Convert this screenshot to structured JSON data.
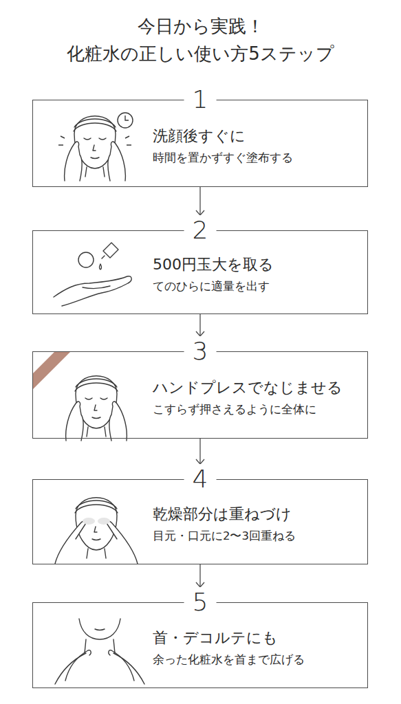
{
  "diagram": {
    "title": "今日から実践！ 化粧水の正しい使い方5ステップ",
    "nodes": [
      {
        "text": [
          "1",
          "洗顔後すぐに",
          "時間を置かずすぐ塗布する"
        ]
      },
      {
        "text": [
          "2",
          "500円玉大を取る",
          "てのひらに適量を出す"
        ]
      },
      {
        "text": [
          "3",
          "ハンドプレスでなじませる",
          "こすらず押さえるように全体に"
        ]
      },
      {
        "text": [
          "4",
          "乾燥部分は重ねづけ",
          "目元・口元に2〜3回重ねる"
        ]
      },
      {
        "text": [
          "5",
          "首・デコルテにも",
          "余った化粧水を首まで広げる"
        ]
      }
    ],
    "edges": [
      {
        "from": 0,
        "to": 1,
        "arrow": "to"
      },
      {
        "from": 1,
        "to": 2,
        "arrow": "to"
      },
      {
        "from": 2,
        "to": 3,
        "arrow": "to"
      },
      {
        "from": 3,
        "to": 4,
        "arrow": "to"
      }
    ]
  }
}
